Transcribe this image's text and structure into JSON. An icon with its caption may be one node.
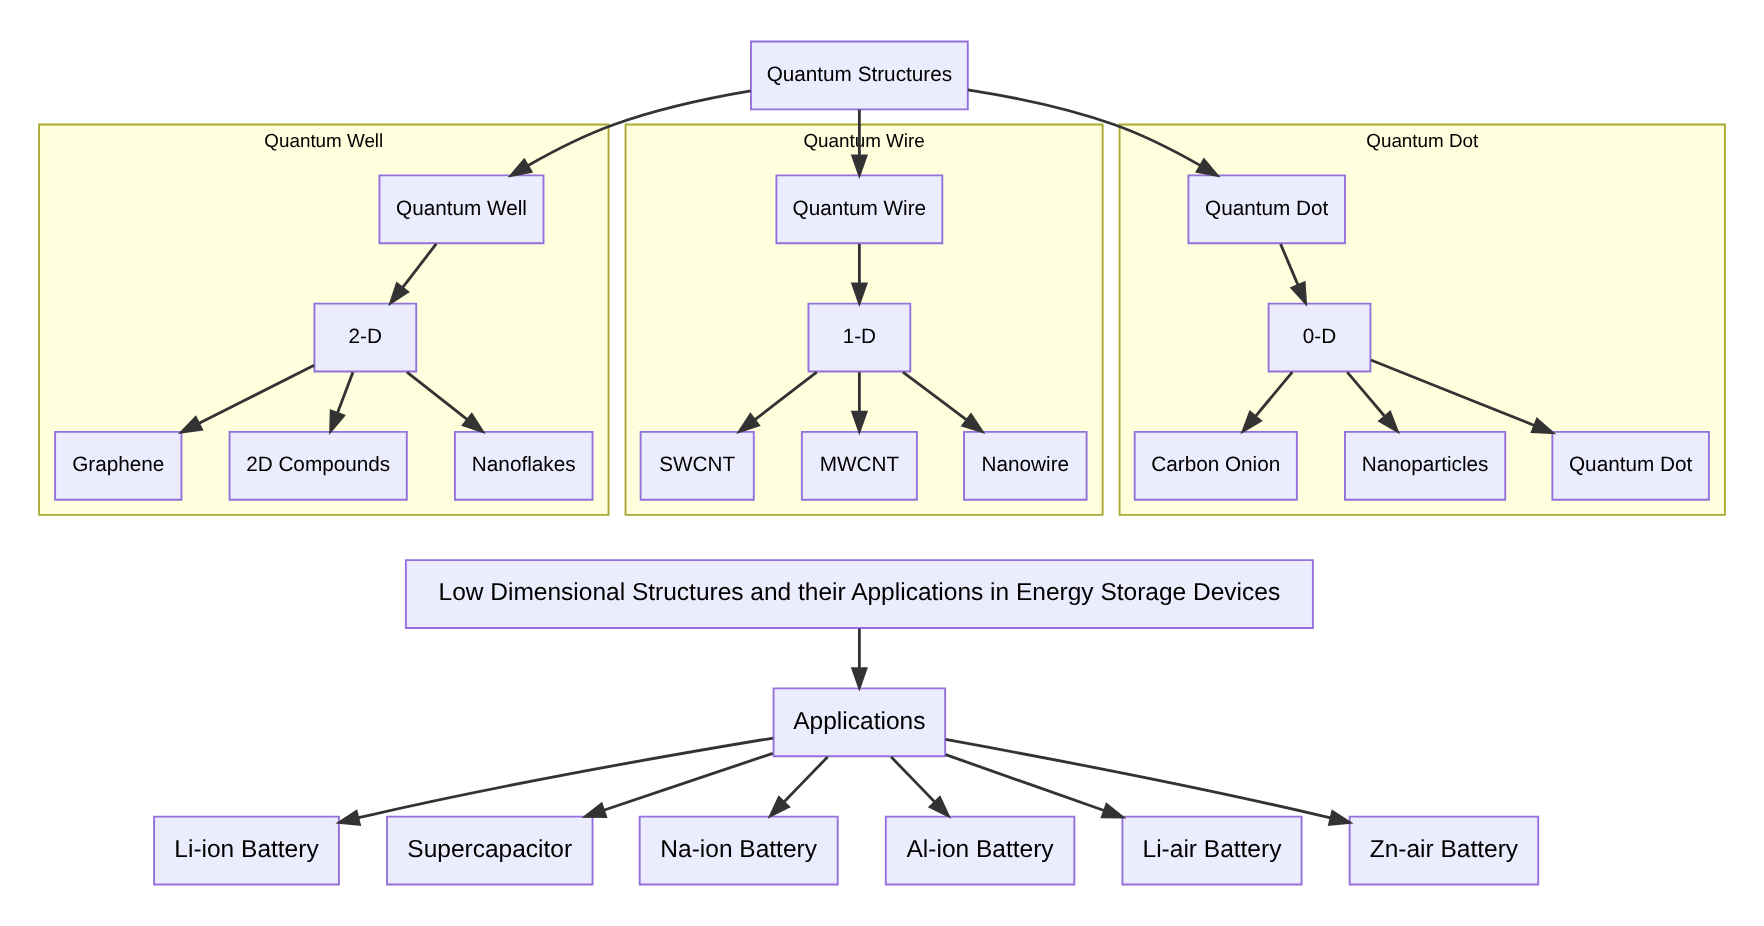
{
  "diagram": {
    "nodes": [
      {
        "text": [
          "Quantum Structures"
        ]
      },
      {
        "text": [
          "Quantum Well"
        ]
      },
      {
        "text": [
          "Quantum Well"
        ],
        "in": 1
      },
      {
        "text": [
          "2-D"
        ],
        "in": 1
      },
      {
        "text": [
          "Graphene"
        ],
        "in": 1
      },
      {
        "text": [
          "2D Compounds"
        ],
        "in": 1
      },
      {
        "text": [
          "Nanoflakes"
        ],
        "in": 1
      },
      {
        "text": [
          "Quantum Wire"
        ]
      },
      {
        "text": [
          "Quantum Wire"
        ],
        "in": 7
      },
      {
        "text": [
          "1-D"
        ],
        "in": 7
      },
      {
        "text": [
          "SWCNT"
        ],
        "in": 7
      },
      {
        "text": [
          "MWCNT"
        ],
        "in": 7
      },
      {
        "text": [
          "Nanowire"
        ],
        "in": 7
      },
      {
        "text": [
          "Quantum Dot"
        ]
      },
      {
        "text": [
          "Quantum Dot"
        ],
        "in": 13
      },
      {
        "text": [
          "0-D"
        ],
        "in": 13
      },
      {
        "text": [
          "Carbon Onion"
        ],
        "in": 13
      },
      {
        "text": [
          "Nanoparticles"
        ],
        "in": 13
      },
      {
        "text": [
          "Quantum Dot"
        ],
        "in": 13
      },
      {
        "text": [
          "Low Dimensional Structures and their Applications in Energy Storage Devices"
        ]
      },
      {
        "text": [
          "Applications"
        ]
      },
      {
        "text": [
          "Li-ion Battery"
        ]
      },
      {
        "text": [
          "Supercapacitor"
        ]
      },
      {
        "text": [
          "Na-ion Battery"
        ]
      },
      {
        "text": [
          "Al-ion Battery"
        ]
      },
      {
        "text": [
          "Li-air Battery"
        ]
      },
      {
        "text": [
          "Zn-air Battery"
        ]
      }
    ],
    "edges": [
      {
        "from": 0,
        "to": 2,
        "arrow": "to"
      },
      {
        "from": 0,
        "to": 8,
        "arrow": "to"
      },
      {
        "from": 0,
        "to": 14,
        "arrow": "to"
      },
      {
        "from": 2,
        "to": 3,
        "arrow": "to"
      },
      {
        "from": 3,
        "to": 4,
        "arrow": "to"
      },
      {
        "from": 3,
        "to": 5,
        "arrow": "to"
      },
      {
        "from": 3,
        "to": 6,
        "arrow": "to"
      },
      {
        "from": 8,
        "to": 9,
        "arrow": "to"
      },
      {
        "from": 9,
        "to": 10,
        "arrow": "to"
      },
      {
        "from": 9,
        "to": 11,
        "arrow": "to"
      },
      {
        "from": 9,
        "to": 12,
        "arrow": "to"
      },
      {
        "from": 14,
        "to": 15,
        "arrow": "to"
      },
      {
        "from": 15,
        "to": 16,
        "arrow": "to"
      },
      {
        "from": 15,
        "to": 17,
        "arrow": "to"
      },
      {
        "from": 15,
        "to": 18,
        "arrow": "to"
      },
      {
        "from": 19,
        "to": 20,
        "arrow": "to"
      },
      {
        "from": 20,
        "to": 21,
        "arrow": "to"
      },
      {
        "from": 20,
        "to": 22,
        "arrow": "to"
      },
      {
        "from": 20,
        "to": 23,
        "arrow": "to"
      },
      {
        "from": 20,
        "to": 24,
        "arrow": "to"
      },
      {
        "from": 20,
        "to": 25,
        "arrow": "to"
      },
      {
        "from": 20,
        "to": 26,
        "arrow": "to"
      }
    ]
  }
}
